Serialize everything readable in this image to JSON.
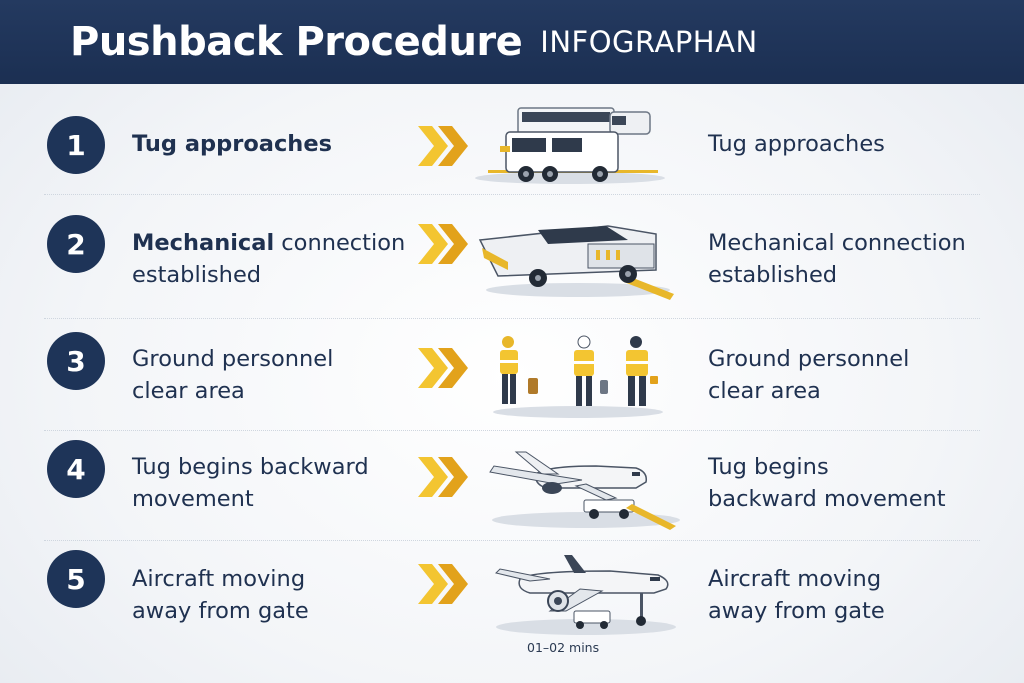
{
  "header": {
    "title": "Pushback Procedure",
    "subtitle": "INFOGRAPHAN"
  },
  "steps": [
    {
      "number": "1",
      "left_bold": "Tug approaches",
      "left_rest": "",
      "left_line2": "",
      "right_line1": "Tug approaches",
      "right_line2": "",
      "illustration": "pushback-tug-icon"
    },
    {
      "number": "2",
      "left_bold": "Mechanical",
      "left_rest": " connection",
      "left_line2": "established",
      "right_line1": "Mechanical connection",
      "right_line2": "established",
      "illustration": "towbarless-tug-icon"
    },
    {
      "number": "3",
      "left_bold": "",
      "left_rest": "Ground personnel",
      "left_line2": "clear area",
      "right_line1": "Ground personnel",
      "right_line2": "clear area",
      "illustration": "ground-crew-icon"
    },
    {
      "number": "4",
      "left_bold": "",
      "left_rest": "Tug begins backward",
      "left_line2": "movement",
      "right_line1": "Tug begins",
      "right_line2": "backward movement",
      "illustration": "aircraft-pushback-icon"
    },
    {
      "number": "5",
      "left_bold": "",
      "left_rest": "Aircraft moving",
      "left_line2": "away from gate",
      "right_line1": "Aircraft moving",
      "right_line2": "away from gate",
      "illustration": "aircraft-departing-icon"
    }
  ],
  "footer": {
    "duration": "01–02 mins"
  },
  "colors": {
    "header_bg": "#1b2f52",
    "circle_bg": "#1e3458",
    "chevron_light": "#f3c531",
    "chevron_dark": "#e2a21b",
    "text": "#1f3150"
  }
}
